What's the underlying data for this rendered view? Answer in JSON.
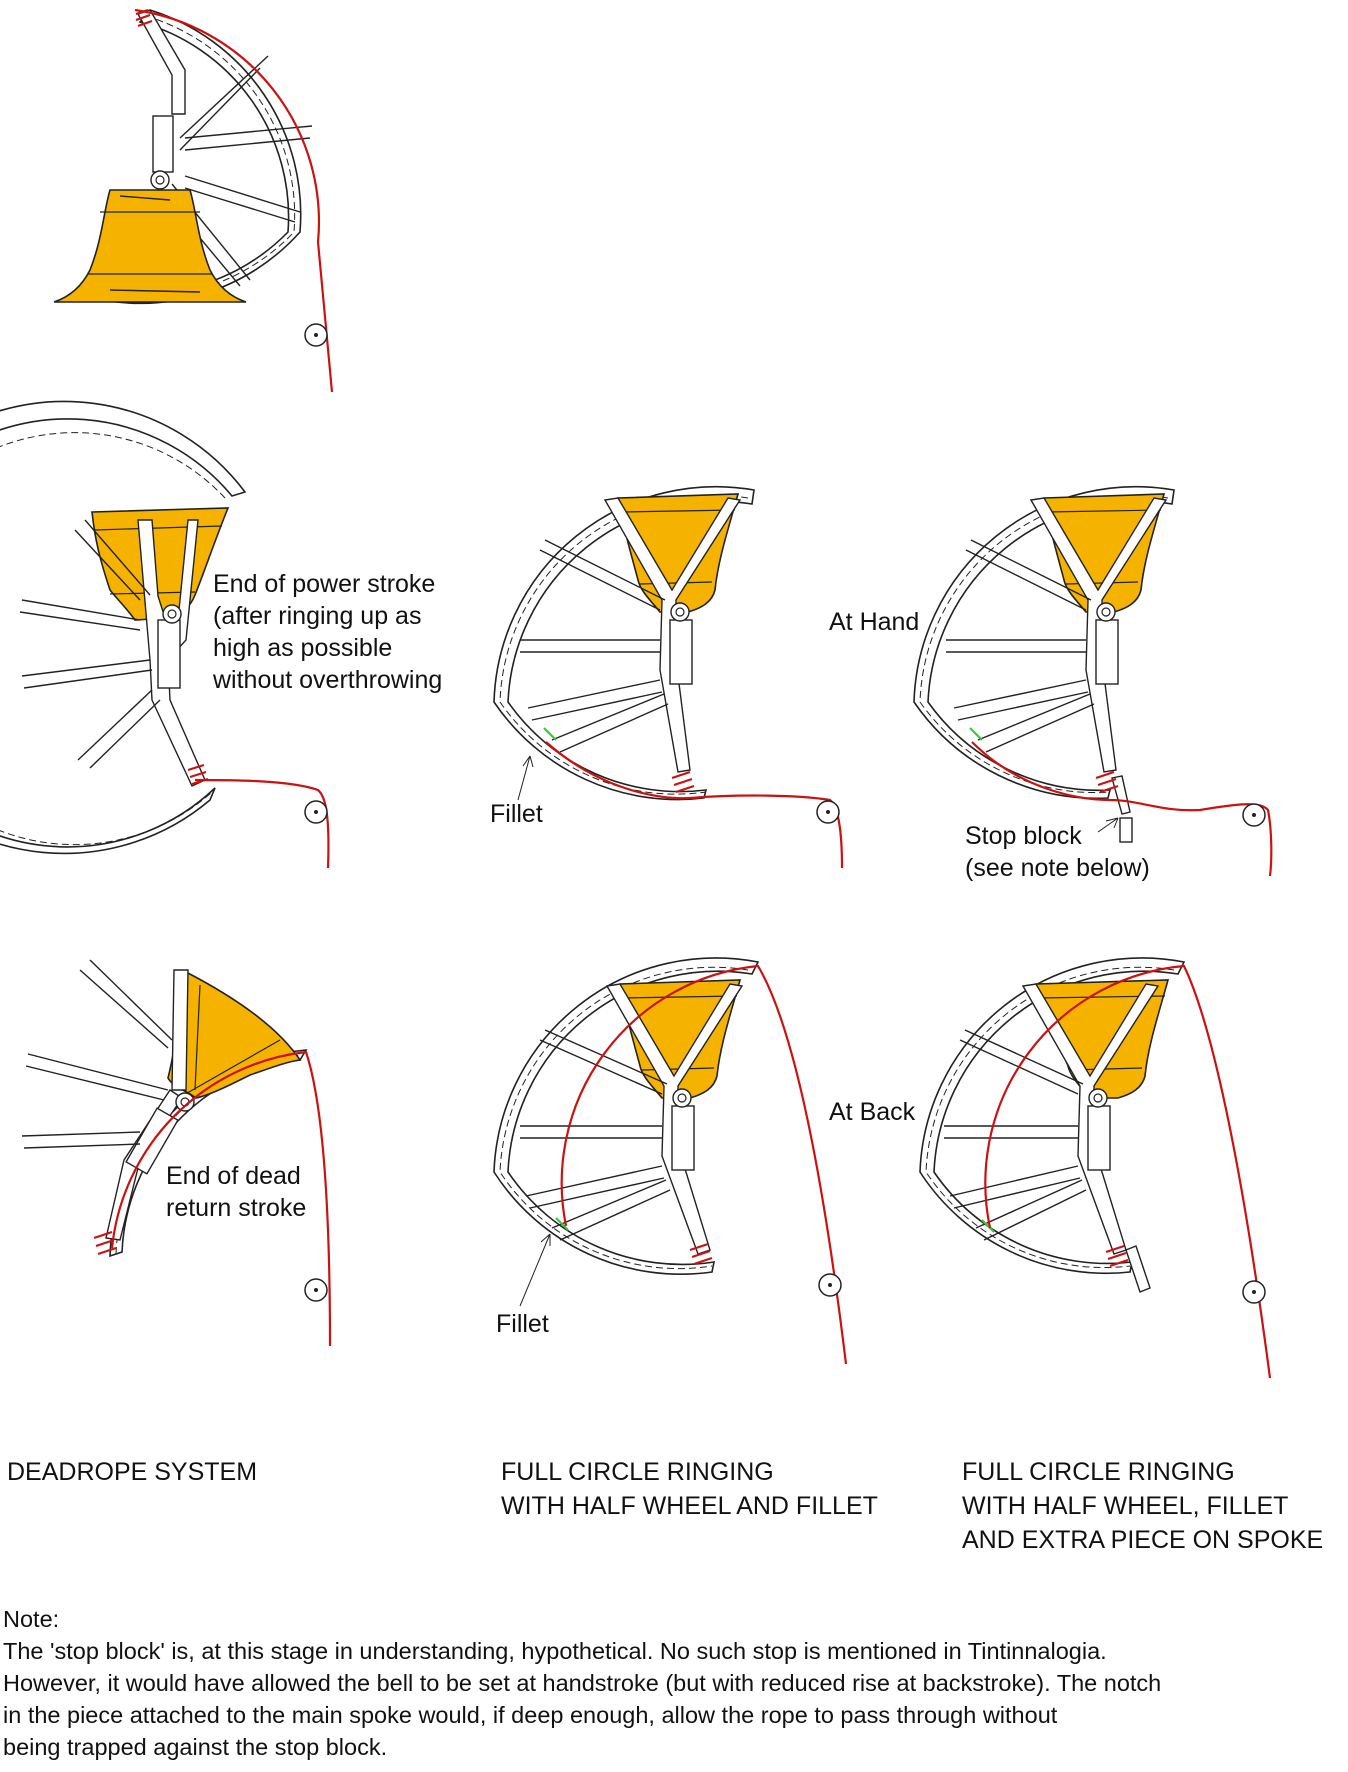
{
  "labels": {
    "power_stroke": [
      "End of power stroke",
      "(after ringing up as",
      "high as possible",
      "without overthrowing"
    ],
    "fillet_1": "Fillet",
    "fillet_2": "Fillet",
    "at_hand": "At Hand",
    "stop_block": [
      "Stop block",
      "(see note below)"
    ],
    "dead_return": [
      "End of dead",
      "return stroke"
    ],
    "at_back": "At Back"
  },
  "captions": {
    "deadrope": "DEADROPE SYSTEM",
    "half_wheel_fillet": [
      "FULL CIRCLE RINGING",
      "WITH HALF WHEEL AND FILLET"
    ],
    "half_wheel_fillet_extra": [
      "FULL CIRCLE RINGING",
      "WITH HALF WHEEL, FILLET",
      "AND EXTRA PIECE ON SPOKE"
    ]
  },
  "note": {
    "heading": "Note:",
    "lines": [
      "The 'stop block' is, at this stage in understanding, hypothetical. No such stop is mentioned in Tintinnalogia.",
      "However, it would have allowed the bell to be set at handstroke (but with reduced rise at backstroke). The notch",
      "in the piece attached to the main spoke would, if deep enough, allow the rope to pass through without",
      "being trapped against the stop block."
    ]
  },
  "colors": {
    "bell": "#F5B300",
    "rope": "#cc1111",
    "fillet": "#33cc33",
    "line": "#222222"
  }
}
